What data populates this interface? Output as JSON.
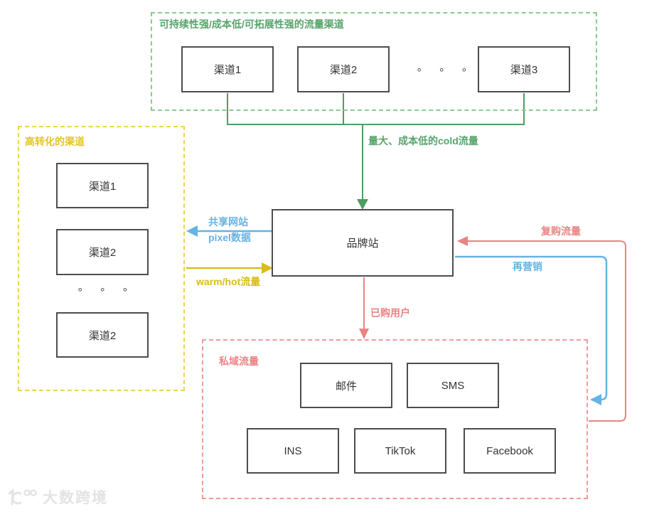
{
  "colors": {
    "green_border": "#8cc892",
    "green_text": "#57a46c",
    "green_line": "#4f9d64",
    "yellow_border": "#eed34d",
    "yellow_text": "#e4c526",
    "yellow_line": "#d9bc1c",
    "blue": "#66b3e3",
    "red": "#e98484",
    "red_border": "#ee9b9b",
    "node_border": "#4d4d4d",
    "node_text": "#333333",
    "watermark": "#e3e3e3"
  },
  "containers": {
    "sustainable": {
      "label": "可持续性强/成本低/可拓展性强的流量渠道",
      "nodes": [
        "渠道1",
        "渠道2",
        "渠道3"
      ],
      "ellipsis": "∘ ∘ ∘"
    },
    "high_conversion": {
      "label": "高转化的渠道",
      "nodes": [
        "渠道1",
        "渠道2",
        "渠道2"
      ],
      "ellipsis": "∘ ∘ ∘"
    },
    "private_domain": {
      "label": "私域流量",
      "nodes": [
        "邮件",
        "SMS",
        "INS",
        "TikTok",
        "Facebook"
      ]
    }
  },
  "center_node": {
    "label": "品牌站"
  },
  "edges": {
    "cold_flow": "量大、成本低的cold流量",
    "share_site_line1": "共享网站",
    "share_site_line2": "pixel数据",
    "warm_hot": "warm/hot流量",
    "purchased": "已购用户",
    "repurchase": "复购流量",
    "remarketing": "再营销"
  },
  "watermark": {
    "text": "大数跨境"
  }
}
